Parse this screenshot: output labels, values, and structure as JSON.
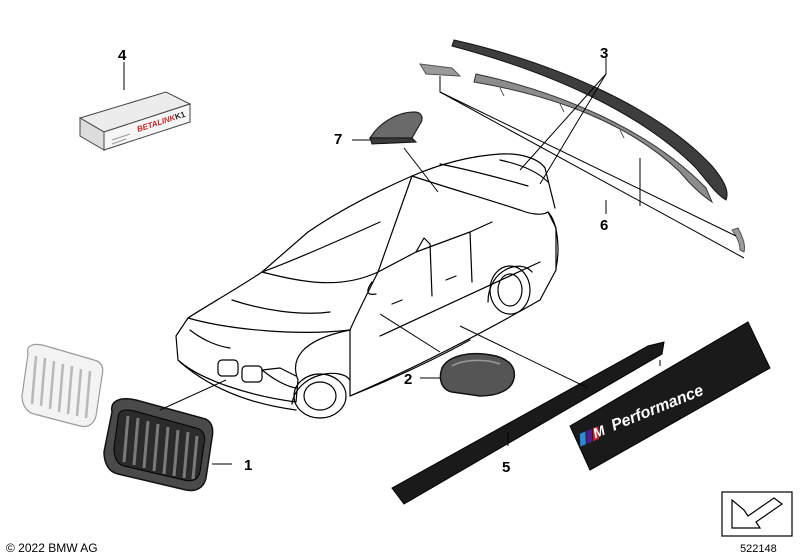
{
  "callouts": {
    "c1": "1",
    "c2": "2",
    "c3": "3",
    "c4": "4",
    "c5": "5",
    "c6": "6",
    "c7": "7"
  },
  "kit_label": {
    "brand": "BETALINK",
    "code": "K1"
  },
  "decal": {
    "text": "Performance",
    "small_text": "Performance",
    "m_stripe_colors": [
      "#2a8ad8",
      "#4a1f8a",
      "#d81e2a"
    ]
  },
  "footer": {
    "copyright": "© 2022 BMW AG",
    "doc_number": "522148"
  }
}
